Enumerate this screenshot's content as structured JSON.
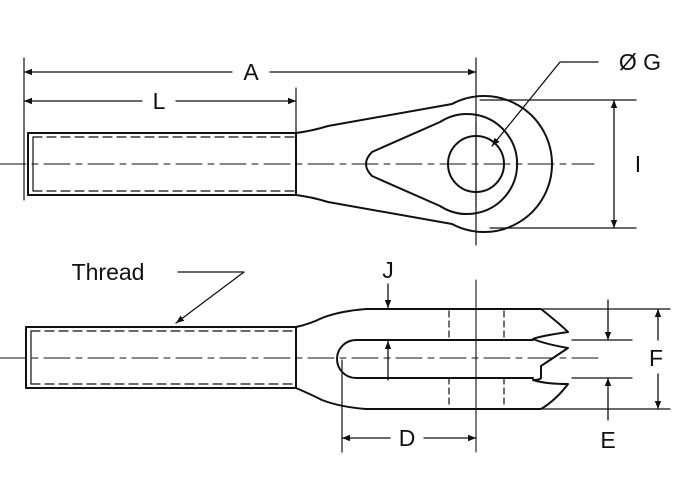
{
  "labels": {
    "A": "A",
    "L": "L",
    "G": "Ø G",
    "I": "I",
    "thread": "Thread",
    "J": "J",
    "D": "D",
    "F": "F",
    "E": "E"
  },
  "colors": {
    "line": "#111111",
    "background": "#ffffff"
  }
}
